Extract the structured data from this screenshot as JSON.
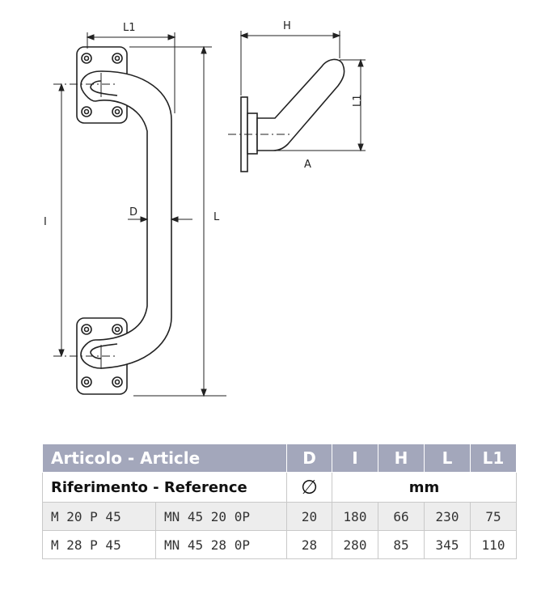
{
  "drawing": {
    "labels": {
      "l1_top": "L1",
      "h_top": "H",
      "l1_side": "L1",
      "a": "A",
      "d": "D",
      "i": "I",
      "l": "L"
    }
  },
  "table": {
    "header": {
      "article": "Articolo - Article",
      "d": "D",
      "i": "I",
      "h": "H",
      "l": "L",
      "l1": "L1"
    },
    "subheader": {
      "reference": "Riferimento - Reference",
      "diameter_symbol": "∅",
      "unit": "mm"
    },
    "rows": [
      {
        "code1": "M 20 P 45",
        "code2": "MN 45 20 0P",
        "d": "20",
        "i": "180",
        "h": "66",
        "l": "230",
        "l1": "75"
      },
      {
        "code1": "M 28 P 45",
        "code2": "MN 45 28 0P",
        "d": "28",
        "i": "280",
        "h": "85",
        "l": "345",
        "l1": "110"
      }
    ]
  }
}
